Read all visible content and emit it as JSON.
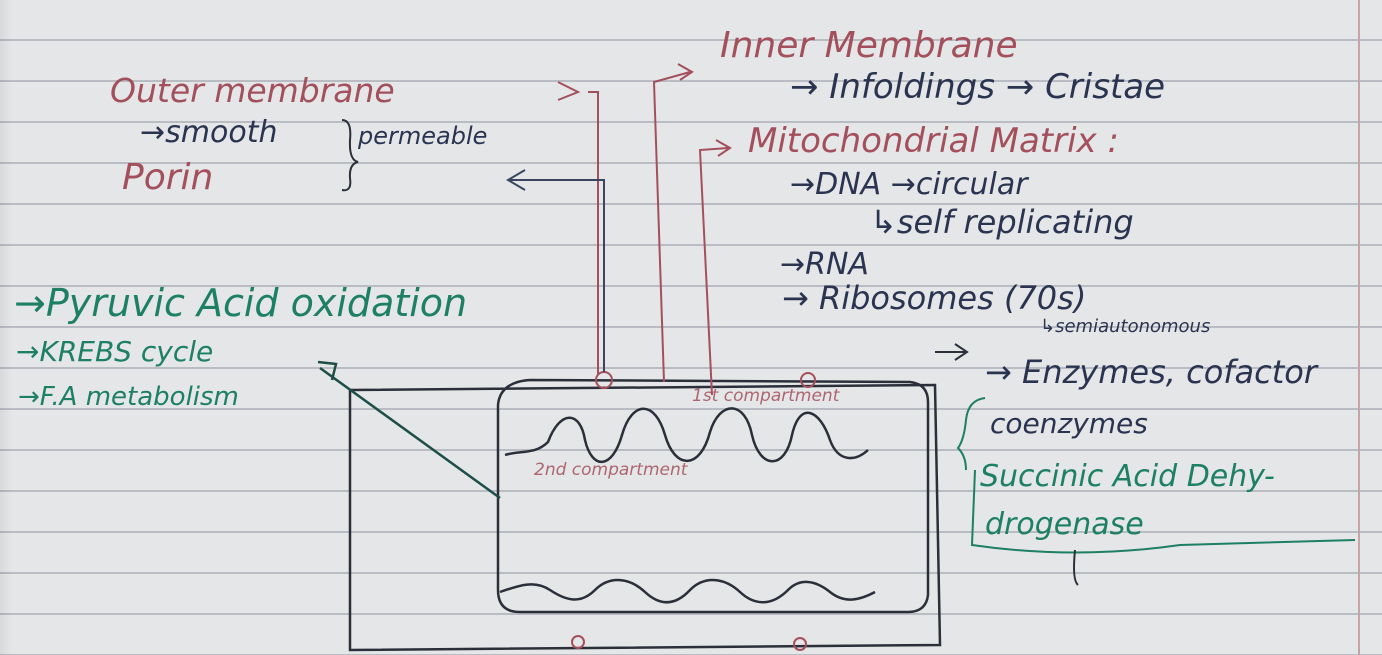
{
  "colors": {
    "paper": "#e4e6e8",
    "rule_line": "#b9bcc2",
    "red_ink": "#a4505c",
    "blue_ink": "#2a3450",
    "green_ink": "#1d7f63"
  },
  "outer_membrane": {
    "heading": "Outer membrane",
    "smooth": "→smooth",
    "permeable": "permeable",
    "porin": "Porin"
  },
  "inner_membrane": {
    "heading": "Inner Membrane",
    "infoldings": "→ Infoldings → Cristae"
  },
  "matrix": {
    "heading": "Mitochondrial Matrix :",
    "dna": "→DNA →circular",
    "self_replicating": "↳self replicating",
    "rna": "→RNA",
    "ribosomes": "→ Ribosomes (70s)",
    "semiautonomous": "↳semiautonomous",
    "enzymes": "→ Enzymes, cofactor",
    "coenzymes": "coenzymes"
  },
  "inner_membrane_enzyme": {
    "line1": "Succinic Acid Dehy-",
    "line2": "drogenase"
  },
  "matrix_functions": [
    {
      "text": "→Pyruvic Acid oxidation"
    },
    {
      "text": "→KREBS cycle"
    },
    {
      "text": "→F.A metabolism"
    }
  ],
  "diagram_labels": {
    "first_compartment": "1st compartment",
    "second_compartment": "2nd compartment"
  }
}
